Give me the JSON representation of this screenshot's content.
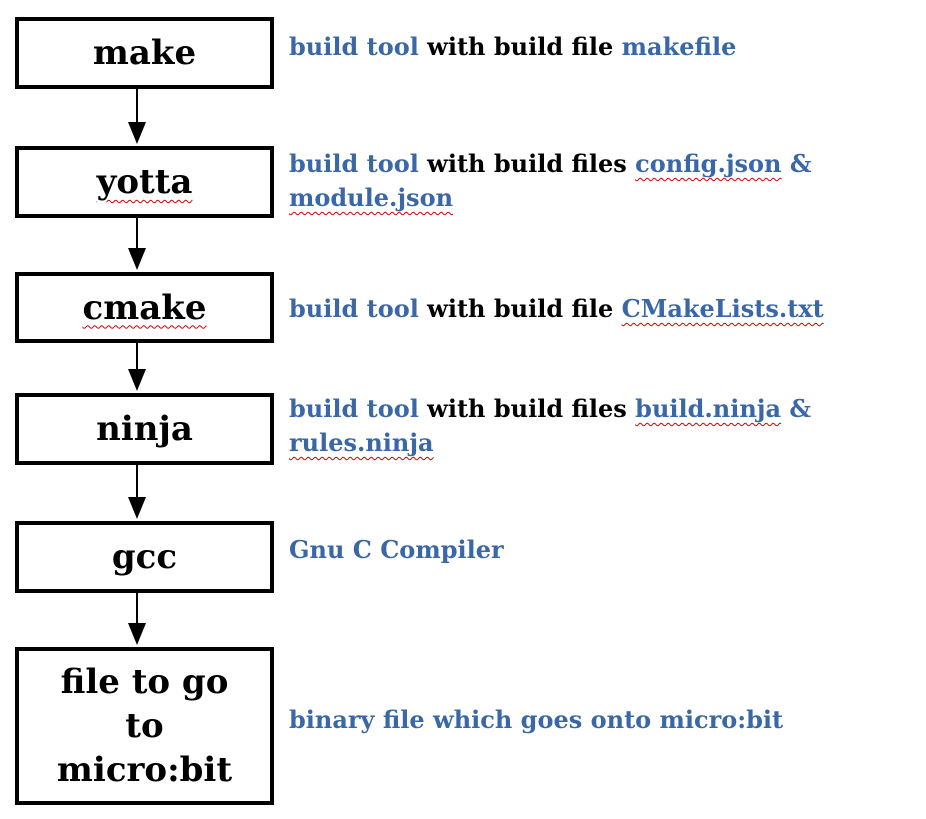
{
  "colors": {
    "highlight": "#3a67a6",
    "text": "#000000",
    "spellcheck": "#d00000"
  },
  "steps": [
    {
      "label": "make",
      "desc": [
        {
          "text": "build tool",
          "color": "highlight"
        },
        {
          "text": " with build file ",
          "color": "text"
        },
        {
          "text": "makefile",
          "color": "highlight"
        }
      ]
    },
    {
      "label": "yotta",
      "desc": [
        {
          "text": "build tool",
          "color": "highlight"
        },
        {
          "text": " with build files ",
          "color": "text"
        },
        {
          "text": "config.json",
          "color": "highlight"
        },
        {
          "text": " &",
          "color": "highlight"
        },
        {
          "text": "module.json",
          "color": "highlight"
        }
      ]
    },
    {
      "label": "cmake",
      "desc": [
        {
          "text": "build tool",
          "color": "highlight"
        },
        {
          "text": " with build file ",
          "color": "text"
        },
        {
          "text": "CMakeLists.txt",
          "color": "highlight"
        }
      ]
    },
    {
      "label": "ninja",
      "desc": [
        {
          "text": "build tool",
          "color": "highlight"
        },
        {
          "text": " with build files ",
          "color": "text"
        },
        {
          "text": "build.ninja",
          "color": "highlight"
        },
        {
          "text": " &",
          "color": "highlight"
        },
        {
          "text": "rules.ninja",
          "color": "highlight"
        }
      ]
    },
    {
      "label": "gcc",
      "desc": [
        {
          "text": "Gnu C Compiler",
          "color": "highlight"
        }
      ]
    },
    {
      "label_lines": [
        "file to go",
        "to",
        "micro:bit"
      ],
      "desc": [
        {
          "text": "binary file which goes onto micro:bit",
          "color": "highlight"
        }
      ]
    }
  ]
}
